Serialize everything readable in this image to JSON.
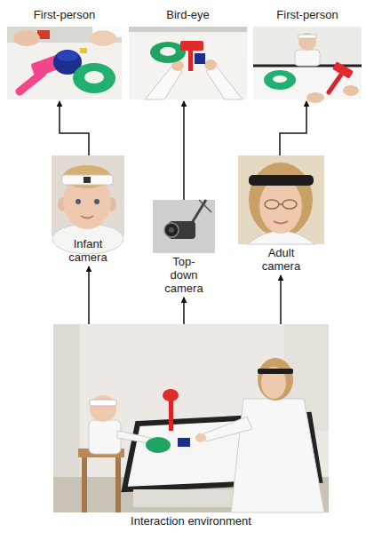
{
  "diagram": {
    "nodes": [
      {
        "text": [
          "First-person"
        ]
      },
      {
        "text": [
          "Bird-eye"
        ]
      },
      {
        "text": [
          "First-person"
        ]
      },
      {
        "text": [
          "Infant camera"
        ]
      },
      {
        "text": [
          "Top-down camera"
        ]
      },
      {
        "text": [
          "Adult camera"
        ]
      },
      {
        "text": [
          "Interaction environment"
        ]
      }
    ],
    "edges": [
      {
        "from": 3,
        "to": 0,
        "arrow": "to"
      },
      {
        "from": 4,
        "to": 1,
        "arrow": "to"
      },
      {
        "from": 5,
        "to": 2,
        "arrow": "to"
      },
      {
        "from": 6,
        "to": 3,
        "arrow": "to"
      },
      {
        "from": 6,
        "to": 4,
        "arrow": "to"
      },
      {
        "from": 6,
        "to": 5,
        "arrow": "to"
      }
    ]
  }
}
